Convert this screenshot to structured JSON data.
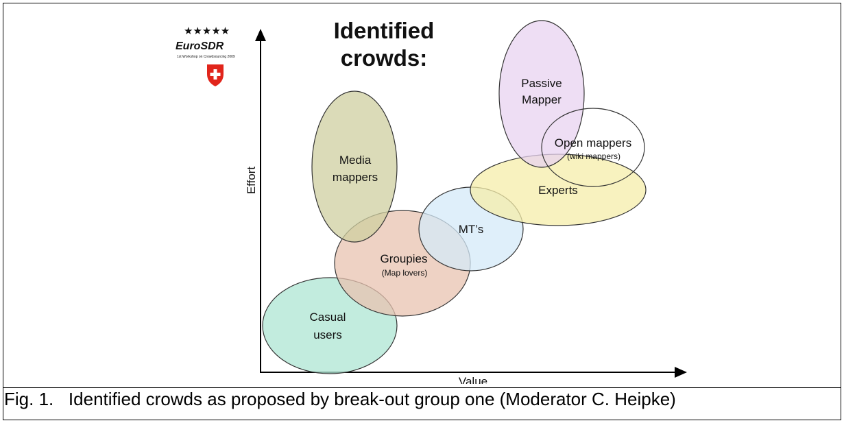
{
  "figure": {
    "title_line1": "Identified",
    "title_line2": "crowds:",
    "x_axis_label": "Value",
    "y_axis_label": "Effort",
    "logo": {
      "text": "EuroSDR",
      "subtext": "1st Workshop on Crowdsourcing 2009",
      "stars": "★★★★★"
    },
    "crowds": [
      {
        "id": "casual",
        "line1": "Casual",
        "line2": "users",
        "color": "#aee6d3"
      },
      {
        "id": "groupies",
        "line1": "Groupies",
        "line2": "(Map lovers)",
        "color": "#e8c3b0"
      },
      {
        "id": "media",
        "line1": "Media",
        "line2": "mappers",
        "color": "#cfcfa0"
      },
      {
        "id": "mts",
        "line1": "MT’s",
        "color": "#d4eaf8"
      },
      {
        "id": "experts",
        "line1": "Experts",
        "color": "#f6eeaa"
      },
      {
        "id": "passive",
        "line1": "Passive",
        "line2": "Mapper",
        "color": "#e8d3f0"
      },
      {
        "id": "open",
        "line1": "Open mappers",
        "line2": "(wiki mappers)",
        "color": "#ffffff"
      }
    ]
  },
  "caption": "Fig. 1.   Identified crowds as proposed by break-out group one (Moderator C. Heipke)"
}
